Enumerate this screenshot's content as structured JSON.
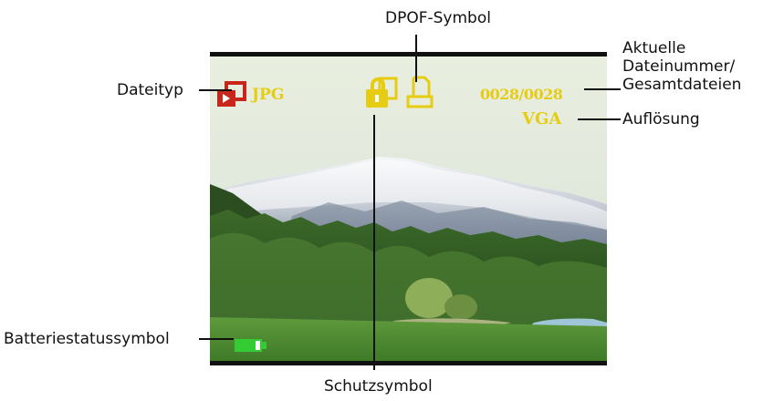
{
  "labels": {
    "dpof": "DPOF-Symbol",
    "current_total_line1": "Aktuelle",
    "current_total_line2": "Dateinummer/",
    "current_total_line3": "Gesamtdateien",
    "resolution": "Auflösung",
    "file_type": "Dateityp",
    "battery": "Batteriestatussymbol",
    "protect": "Schutzsymbol"
  },
  "screen": {
    "file_format": "JPG",
    "file_counter": "0028/0028",
    "resolution_value": "VGA"
  },
  "icons": {
    "file_type_icon": "red-stacked-files-icon",
    "protect_icon": "lock-icon",
    "dpof_icon": "print-document-icon",
    "battery_icon": "battery-full-icon"
  },
  "colors": {
    "osd_yellow": "#e6cc12",
    "file_icon_red": "#c8261a",
    "battery_green": "#33cc33",
    "frame": "#111111"
  }
}
